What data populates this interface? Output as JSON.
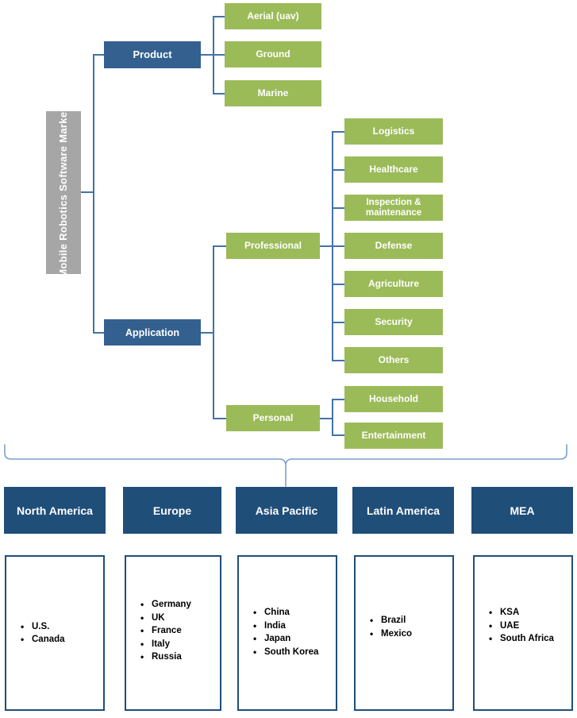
{
  "root": {
    "label": "Mobile Robotics  Software Market"
  },
  "colors": {
    "blue": "#33608f",
    "green": "#9bbb59",
    "gray": "#a6a6a6",
    "connector": "#4472a8",
    "region_header": "#1f4e79",
    "region_border": "#1f4e79",
    "text_light": "#ffffff",
    "text_dark": "#000000"
  },
  "branches": [
    {
      "label": "Product",
      "style": "blue",
      "children": [
        {
          "label": "Aerial (uav)",
          "style": "green"
        },
        {
          "label": "Ground",
          "style": "green"
        },
        {
          "label": "Marine",
          "style": "green"
        }
      ]
    },
    {
      "label": "Application",
      "style": "blue",
      "children": [
        {
          "label": "Professional",
          "style": "green",
          "children": [
            {
              "label": "Logistics",
              "style": "green"
            },
            {
              "label": "Healthcare",
              "style": "green"
            },
            {
              "label": "Inspection & maintenance",
              "style": "green"
            },
            {
              "label": "Defense",
              "style": "green"
            },
            {
              "label": "Agriculture",
              "style": "green"
            },
            {
              "label": "Security",
              "style": "green"
            },
            {
              "label": "Others",
              "style": "green"
            }
          ]
        },
        {
          "label": "Personal",
          "style": "green",
          "children": [
            {
              "label": "Household",
              "style": "green"
            },
            {
              "label": "Entertainment",
              "style": "green"
            }
          ]
        }
      ]
    }
  ],
  "regions": [
    {
      "name": "North America",
      "countries": [
        "U.S.",
        "Canada"
      ]
    },
    {
      "name": "Europe",
      "countries": [
        "Germany",
        "UK",
        "France",
        "Italy",
        "Russia"
      ]
    },
    {
      "name": "Asia Pacific",
      "countries": [
        "China",
        "India",
        "Japan",
        "South Korea"
      ]
    },
    {
      "name": "Latin America",
      "countries": [
        "Brazil",
        "Mexico"
      ]
    },
    {
      "name": "MEA",
      "countries": [
        "KSA",
        "UAE",
        "South Africa"
      ]
    }
  ]
}
